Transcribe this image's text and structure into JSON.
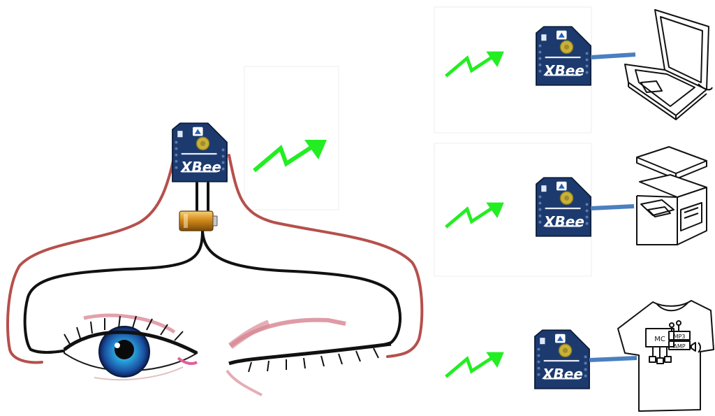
{
  "diagram": {
    "transmitter": {
      "module_label": "XBee",
      "icon": "xbee-module"
    },
    "battery": {
      "icon": "battery-icon"
    },
    "eyes": {
      "left": "open-eye",
      "right": "closed-eye"
    },
    "receivers": [
      {
        "module_label": "XBee",
        "device": "laptop-icon"
      },
      {
        "module_label": "XBee",
        "device": "arduino-box-icon"
      },
      {
        "module_label": "XBee",
        "device": "tshirt-icon",
        "sketch_labels": {
          "mc": "MC",
          "mp3": "MP3",
          "amp": "AMP"
        }
      }
    ],
    "colors": {
      "wireless_signal": "#22ee22",
      "xbee_body": "#1c3a6e",
      "wire_red": "#b5504c",
      "wire_black": "#111111",
      "link_line": "#4a7fc0",
      "battery": "#d48a1a"
    }
  }
}
